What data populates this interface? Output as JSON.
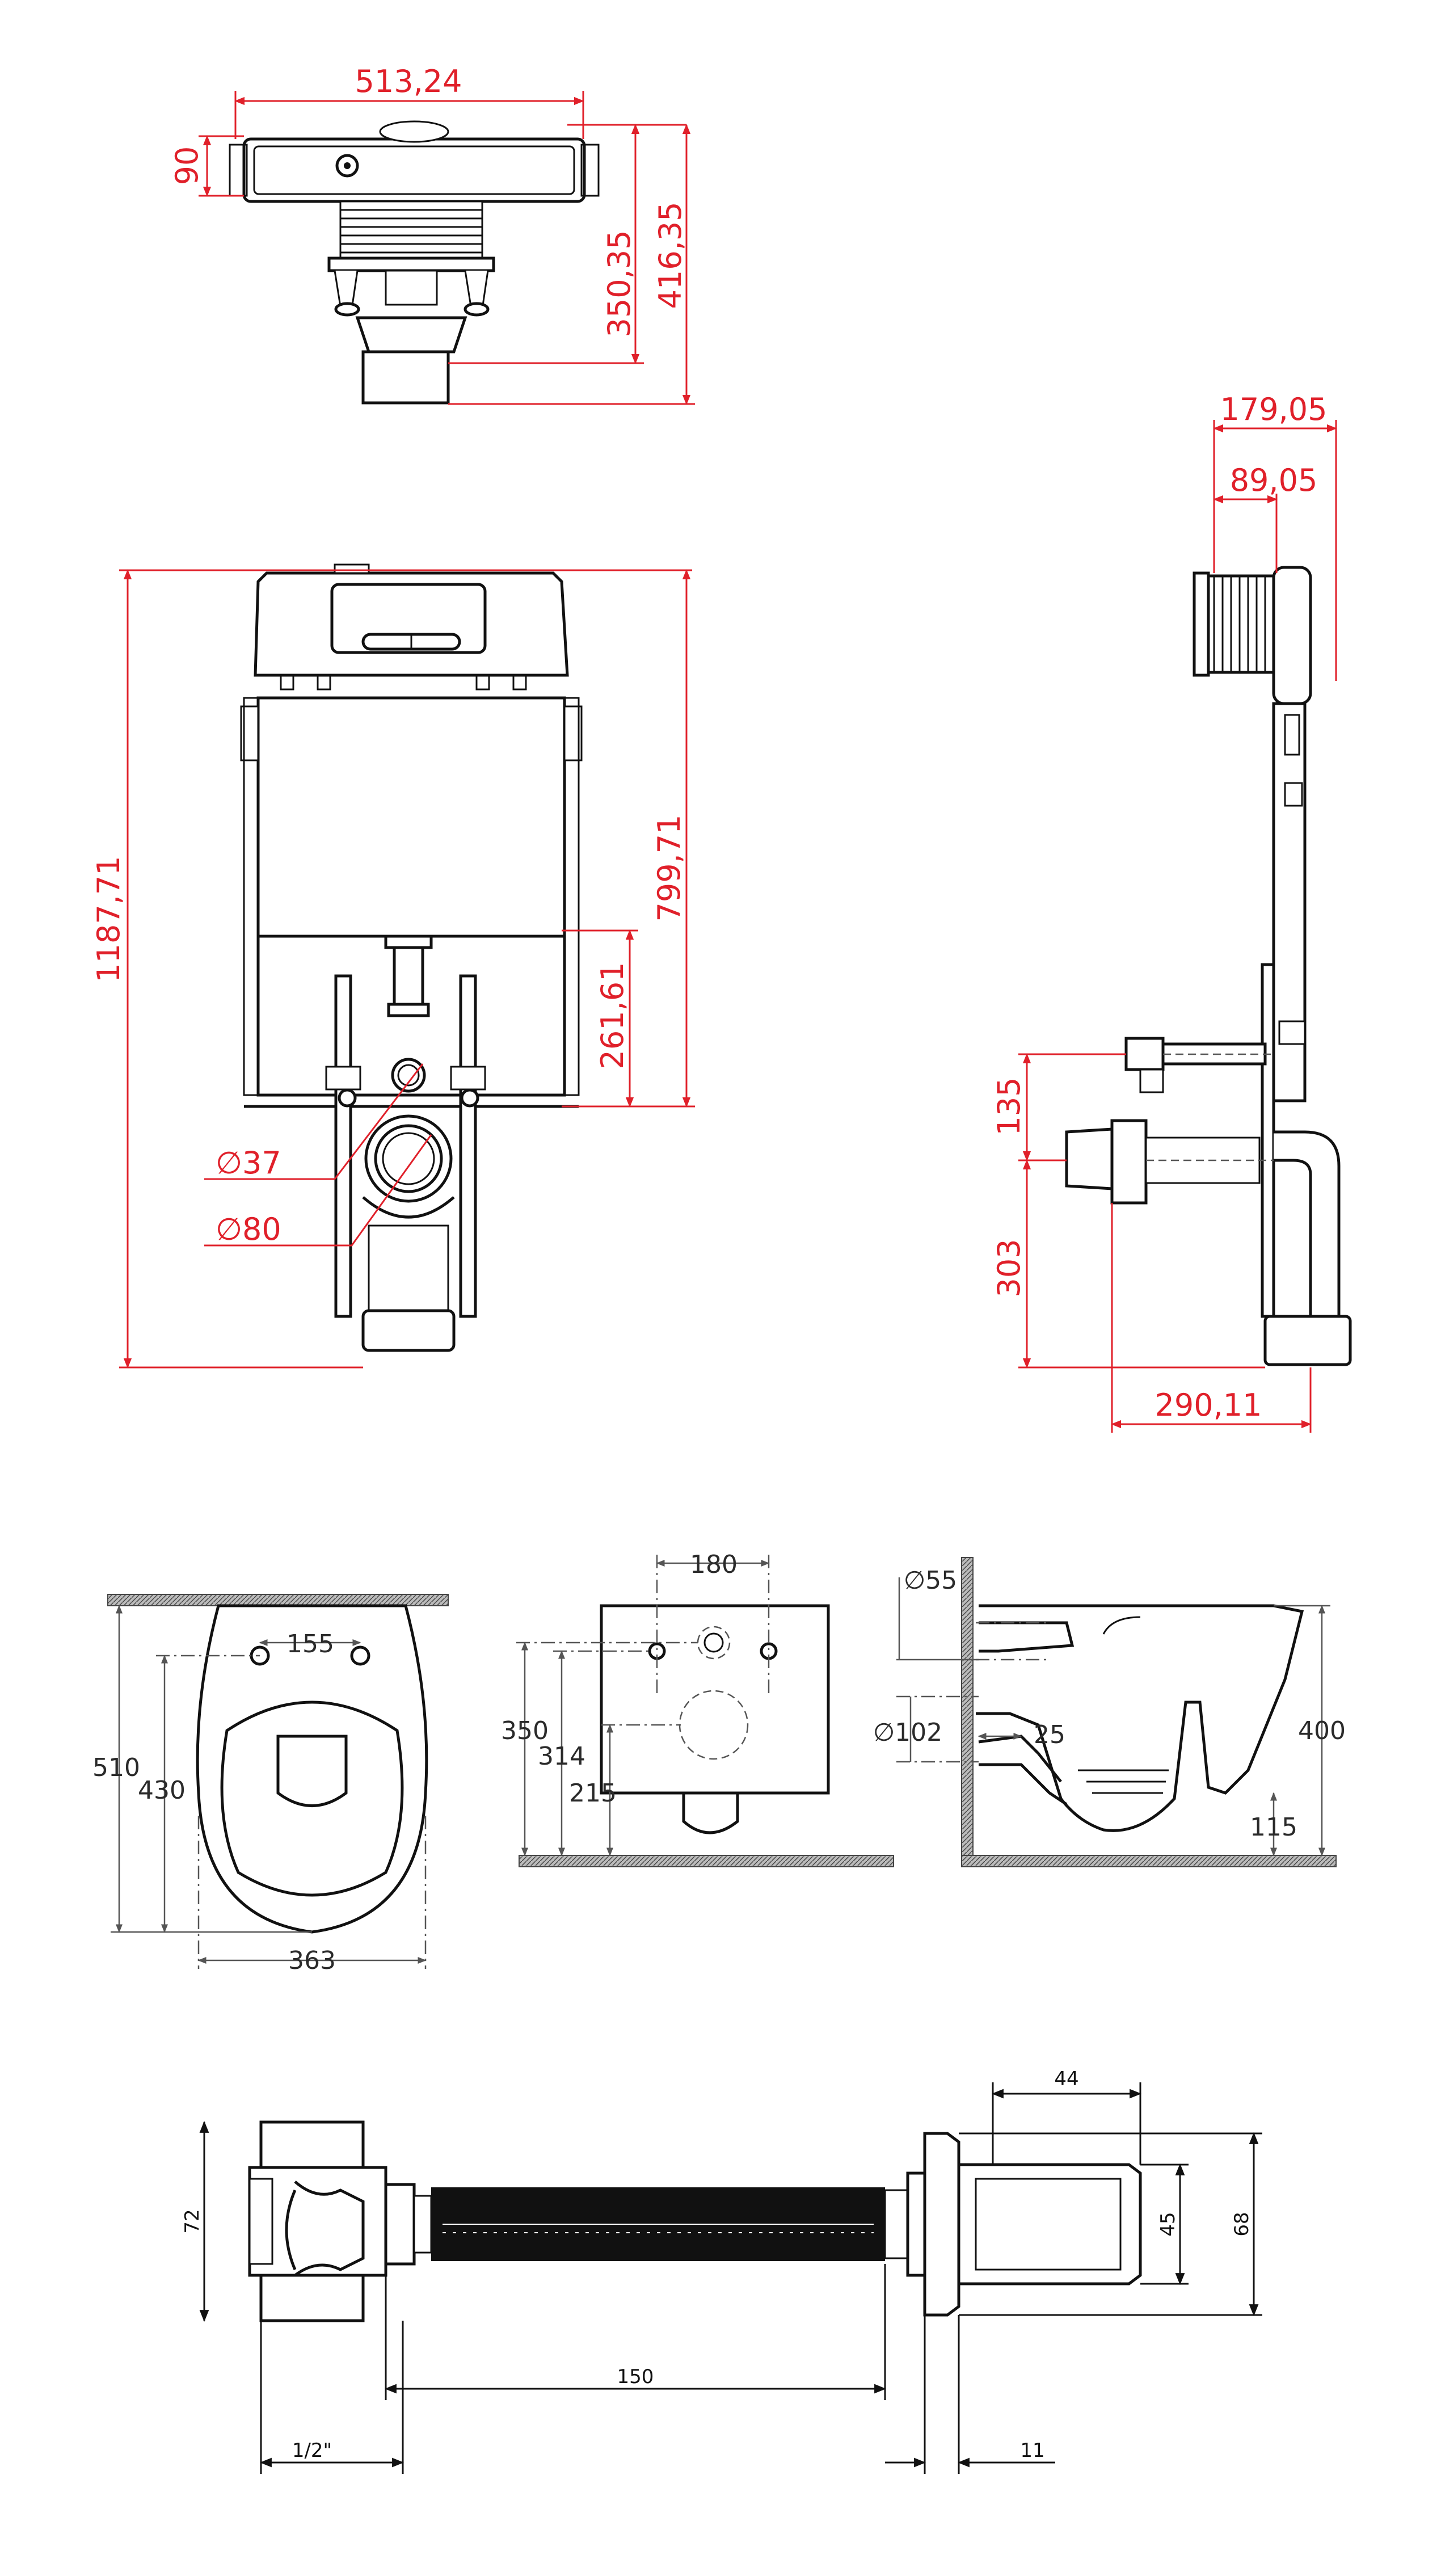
{
  "title": "",
  "dimensions": {
    "top_view": {
      "width": "513,24",
      "depth": "90",
      "pipe_depth": "350,35",
      "total_depth": "416,35"
    },
    "front_view": {
      "height": "1187,71",
      "tank_height": "799,71",
      "flush_pipe_height": "261,61",
      "flush_pipe_diameter": "∅37",
      "drain_diameter": "∅80"
    },
    "side_view": {
      "total_depth": "179,05",
      "frame_depth": "89,05",
      "flush_offset": "135",
      "drain_height": "303",
      "drain_length": "290,11"
    },
    "bowl_top": {
      "bolt_spacing": "155",
      "total_length": "510",
      "inner_length": "430",
      "width": "363"
    },
    "bowl_back": {
      "bolt_spacing": "180",
      "height": "350",
      "bolt_height": "314",
      "drain_height": "215"
    },
    "bowl_section": {
      "inlet_diameter": "∅55",
      "outlet_diameter": "∅102",
      "outlet_offset": "25",
      "height": "400",
      "water_level": "115"
    },
    "hose": {
      "height": "72",
      "length": "150",
      "thread": "1/2\"",
      "cap_width": "44",
      "cap_height": "45",
      "flange_height": "68",
      "flange_thickness": "11"
    }
  },
  "colors": {
    "dimension_red": "#e0202a",
    "line_black": "#111111",
    "hatch_grey": "#555555"
  }
}
